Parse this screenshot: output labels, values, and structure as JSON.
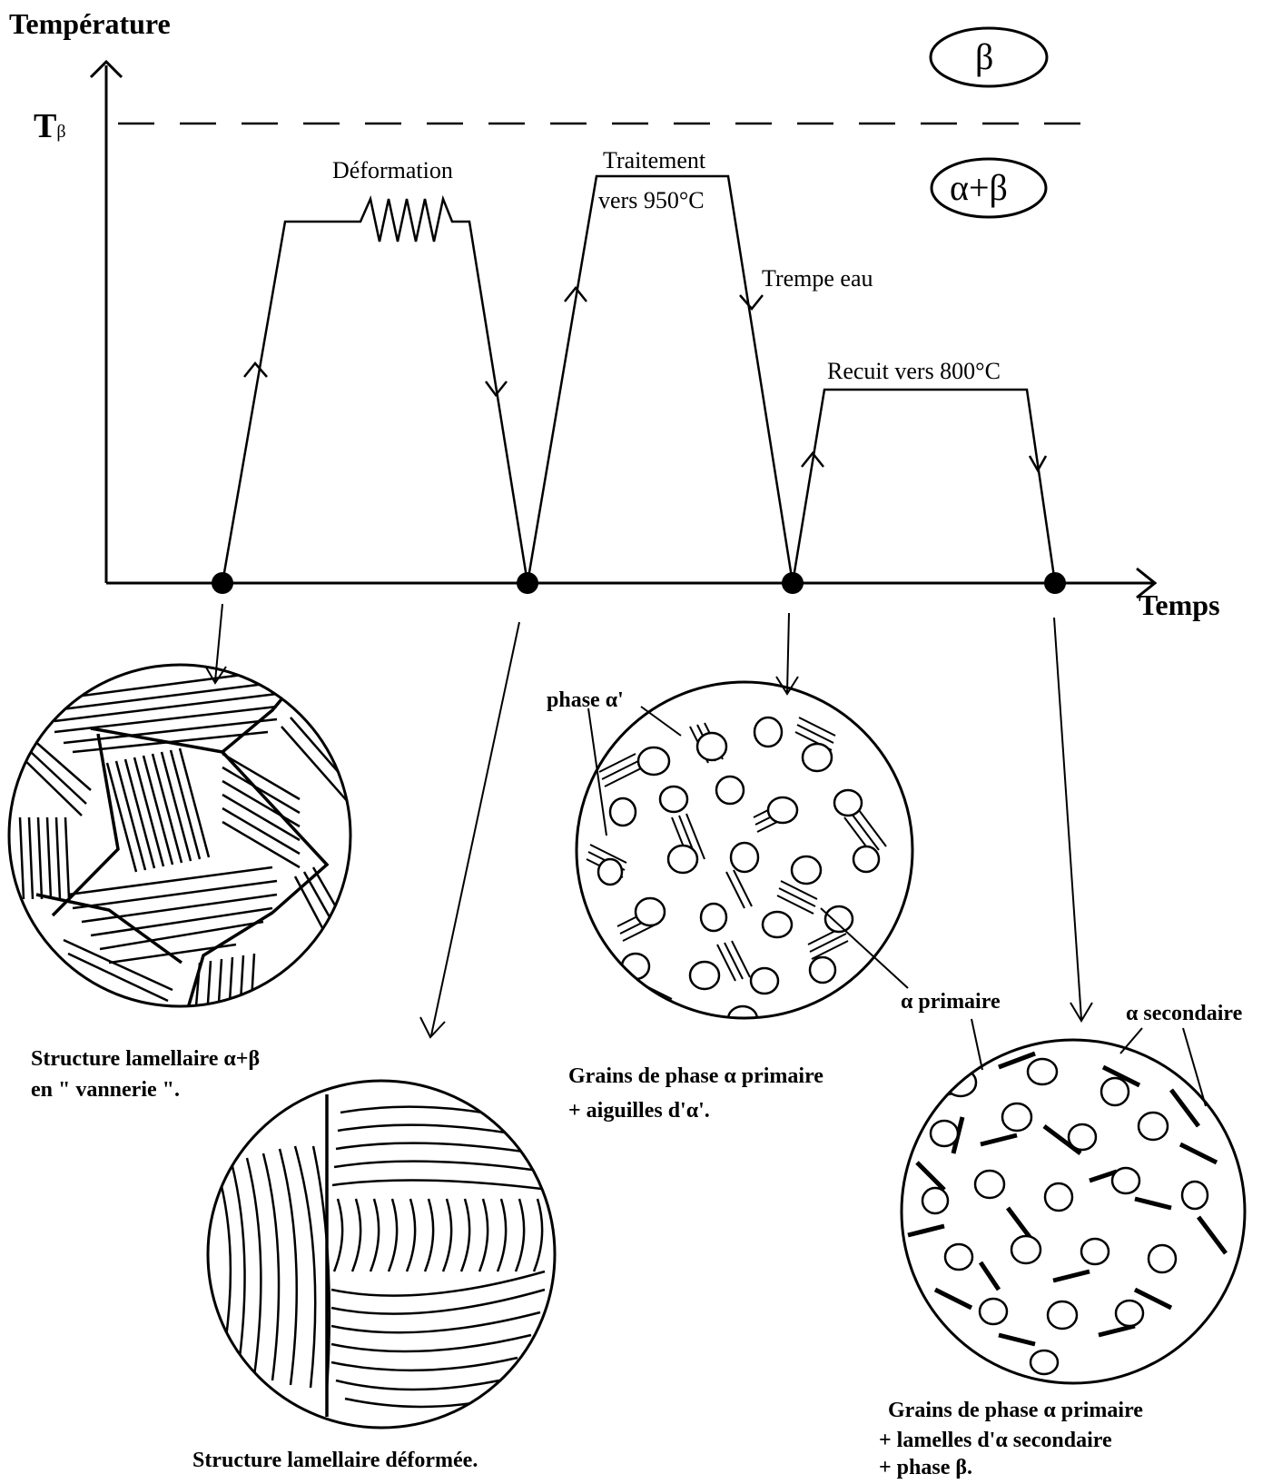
{
  "axes": {
    "y_label": "Température",
    "x_label": "Temps",
    "t_beta_main": "T",
    "t_beta_sub": "β"
  },
  "phase_regions": {
    "beta": "β",
    "alpha_beta": "α+β"
  },
  "process_labels": {
    "deformation": "Déformation",
    "treatment_line1": "Traitement",
    "treatment_line2": "vers 950°C",
    "quench": "Trempe eau",
    "anneal": "Recuit vers 800°C"
  },
  "microstructures": {
    "m1_caption_line1": "Structure lamellaire α+β",
    "m1_caption_line2": "en \" vannerie \".",
    "m2_caption": "Structure lamellaire déformée.",
    "m3_label_alpha_prime": "phase α'",
    "m3_label_alpha_primary": "α primaire",
    "m3_caption_line1": "Grains de phase α primaire",
    "m3_caption_line2": "+ aiguilles d'α'.",
    "m4_label_alpha_secondary": "α secondaire",
    "m4_caption_line1": "Grains de phase α primaire",
    "m4_caption_line2": "+ lamelles d'α secondaire",
    "m4_caption_line3": "+ phase β."
  }
}
